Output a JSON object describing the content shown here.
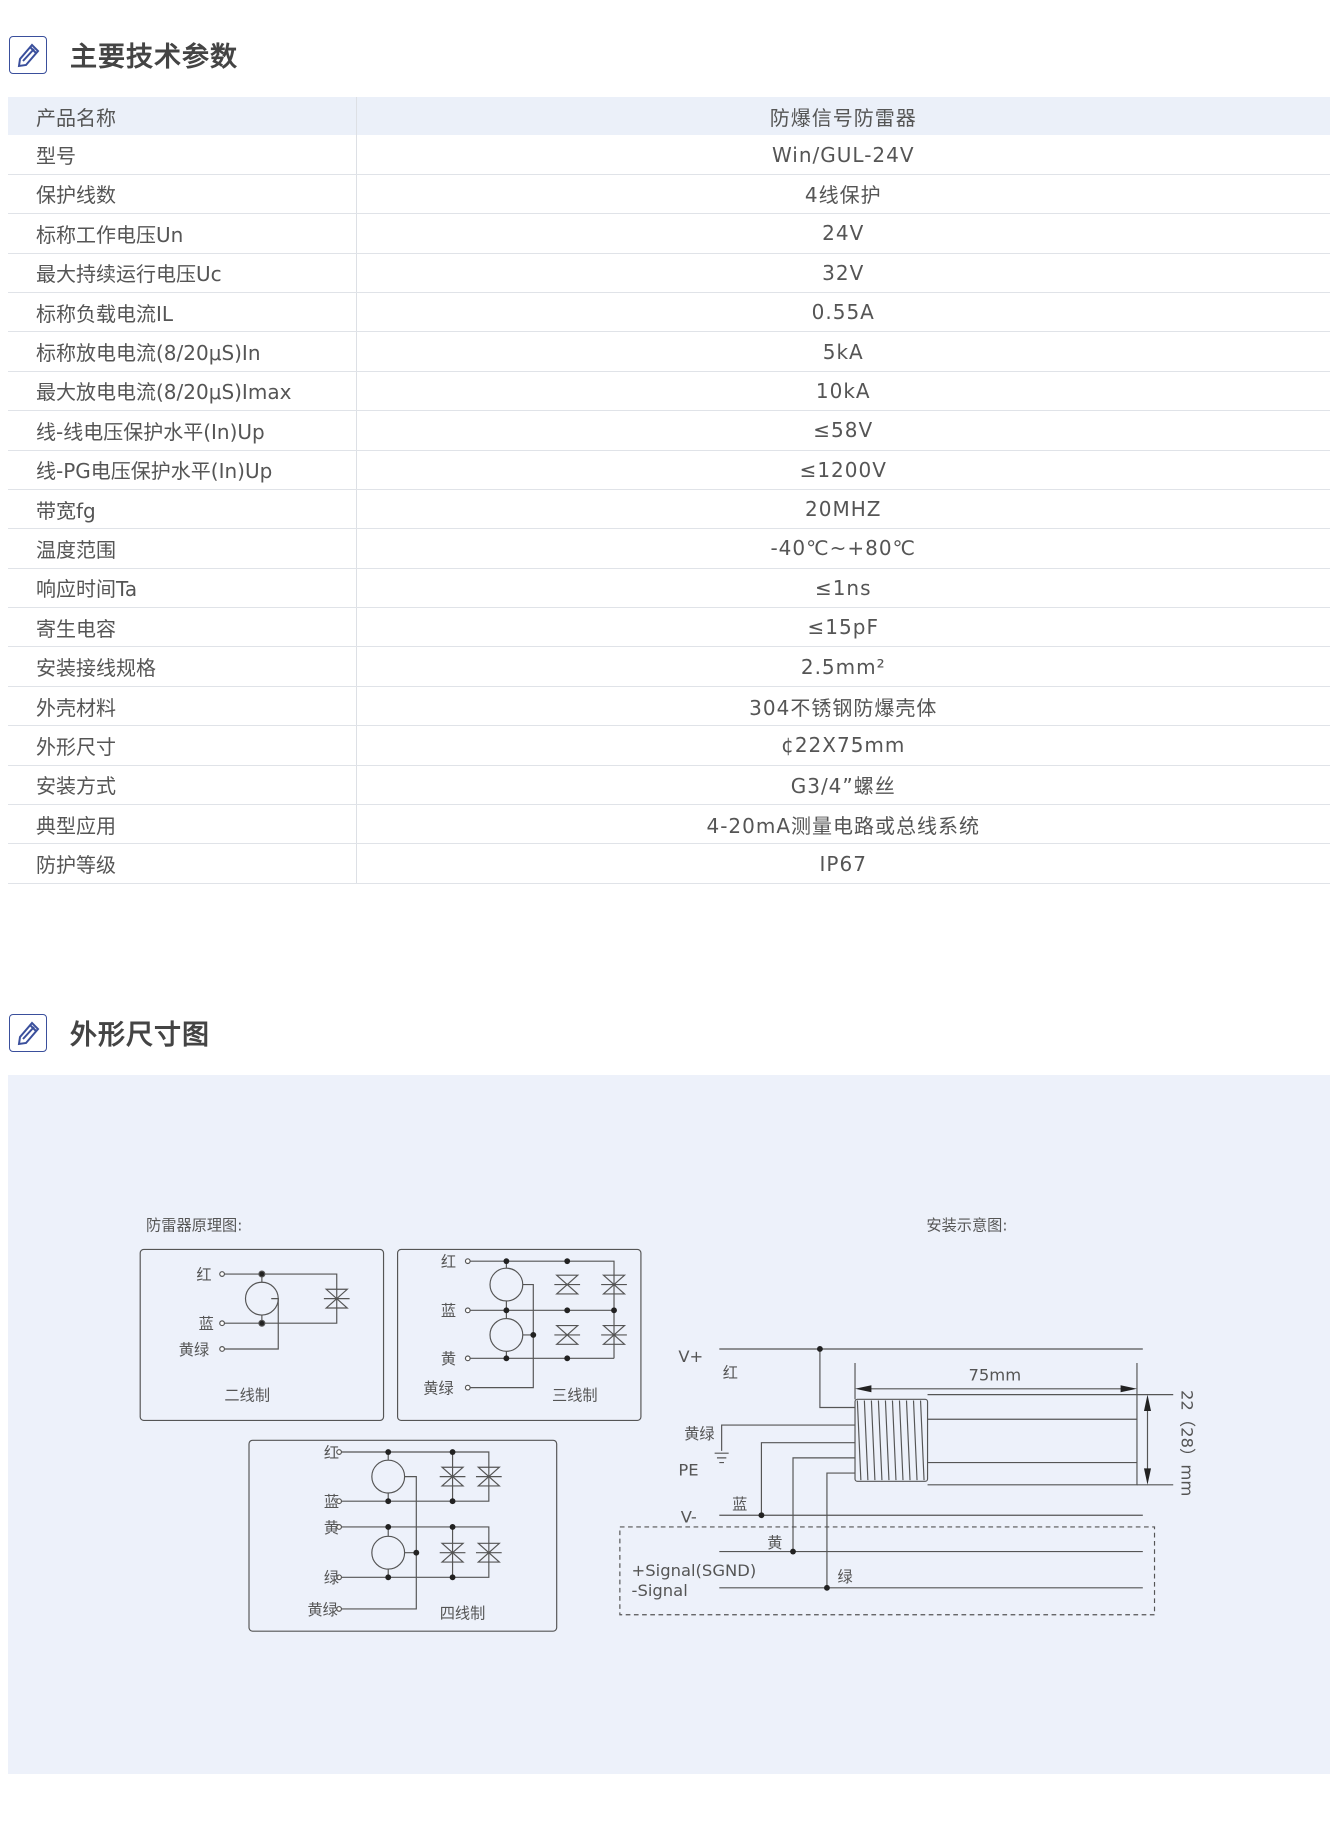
{
  "section1": {
    "title": "主要技术参数",
    "icon": "pencil-icon"
  },
  "specs": [
    {
      "key": "产品名称",
      "value": "防爆信号防雷器"
    },
    {
      "key": "型号",
      "value": "Win/GUL-24V"
    },
    {
      "key": "保护线数",
      "value": "4线保护"
    },
    {
      "key": "标称工作电压Un",
      "value": "24V"
    },
    {
      "key": "最大持续运行电压Uc",
      "value": "32V"
    },
    {
      "key": "标称负载电流IL",
      "value": "0.55A"
    },
    {
      "key": "标称放电电流(8/20μS)In",
      "value": "5kA"
    },
    {
      "key": "最大放电电流(8/20μS)Imax",
      "value": "10kA"
    },
    {
      "key": "线-线电压保护水平(In)Up",
      "value": "≤58V"
    },
    {
      "key": "线-PG电压保护水平(In)Up",
      "value": "≤1200V"
    },
    {
      "key": "带宽fg",
      "value": "20MHZ"
    },
    {
      "key": "温度范围",
      "value": "-40℃~+80℃"
    },
    {
      "key": "响应时间Ta",
      "value": "≤1ns"
    },
    {
      "key": "寄生电容",
      "value": "≤15pF"
    },
    {
      "key": "安装接线规格",
      "value": "2.5mm²"
    },
    {
      "key": "外壳材料",
      "value": "304不锈钢防爆壳体"
    },
    {
      "key": "外形尺寸",
      "value": "¢22X75mm"
    },
    {
      "key": "安装方式",
      "value": "G3/4”螺丝"
    },
    {
      "key": "典型应用",
      "value": "4-20mA测量电路或总线系统"
    },
    {
      "key": "防护等级",
      "value": "IP67"
    }
  ],
  "section2": {
    "title": "外形尺寸图",
    "icon": "pencil-icon"
  },
  "diagram": {
    "principle_title": "防雷器原理图:",
    "install_title": "安装示意图:",
    "wire_red": "红",
    "wire_blue": "蓝",
    "wire_yellow": "黄",
    "wire_green": "绿",
    "wire_yg": "黄绿",
    "two_wire": "二线制",
    "three_wire": "三线制",
    "four_wire": "四线制",
    "v_plus": "V+",
    "v_minus": "V-",
    "pe": "PE",
    "signal_plus": "+Signal(SGND)",
    "signal_minus": "-Signal",
    "length": "75mm",
    "diameter": "22（28）mm"
  },
  "colors": {
    "accent": "#3a4f9c",
    "header_bg": "#ebf0f9",
    "diagram_bg": "#edf1fa"
  }
}
